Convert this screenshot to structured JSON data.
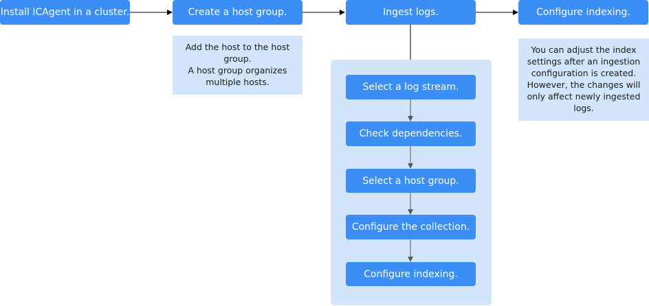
{
  "colors": {
    "node_fill": "#3a8ef6",
    "note_fill": "#d3e5fa",
    "connector": "#000000",
    "sub_connector": "#5a5a5a"
  },
  "steps": [
    {
      "label": "Install ICAgent in a cluster."
    },
    {
      "label": "Create a host group."
    },
    {
      "label": "Ingest logs."
    },
    {
      "label": "Configure indexing."
    }
  ],
  "host_group_note": {
    "line1": "Add the host to the host group.",
    "line2": "A host group organizes multiple hosts."
  },
  "indexing_note": {
    "text": "You can adjust the index settings after an ingestion configuration is created. However, the changes will only affect newly ingested logs."
  },
  "ingest_substeps": [
    {
      "label": "Select a log stream."
    },
    {
      "label": "Check dependencies."
    },
    {
      "label": "Select a host group."
    },
    {
      "label": "Configure the collection."
    },
    {
      "label": "Configure indexing."
    }
  ]
}
